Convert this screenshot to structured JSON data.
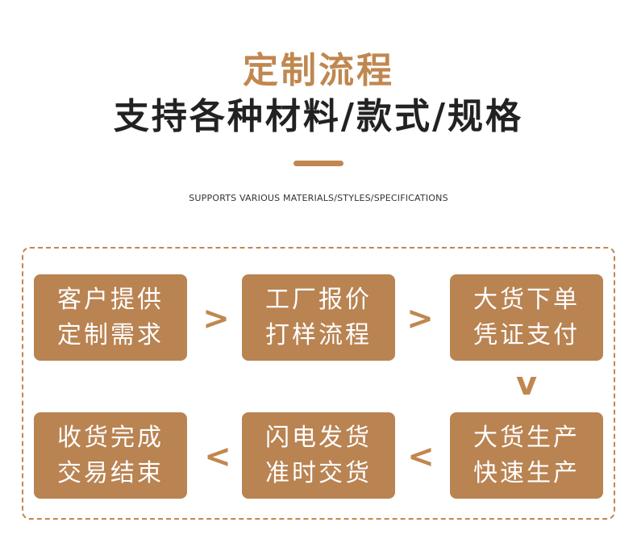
{
  "header": {
    "title": "定制流程",
    "subtitle": "支持各种材料/款式/规格",
    "english": "SUPPORTS VARIOUS MATERIALS/STYLES/SPECIFICATIONS"
  },
  "steps": [
    {
      "line1": "客户提供",
      "line2": "定制需求"
    },
    {
      "line1": "工厂报价",
      "line2": "打样流程"
    },
    {
      "line1": "大货下单",
      "line2": "凭证支付"
    },
    {
      "line1": "大货生产",
      "line2": "快速生产"
    },
    {
      "line1": "闪电发货",
      "line2": "准时交货"
    },
    {
      "line1": "收货完成",
      "line2": "交易结束"
    }
  ],
  "arrows": {
    "right": ">",
    "down": "v",
    "left": "<"
  },
  "colors": {
    "accent": "#c0874f",
    "box": "#b98352",
    "text_dark": "#222222"
  }
}
